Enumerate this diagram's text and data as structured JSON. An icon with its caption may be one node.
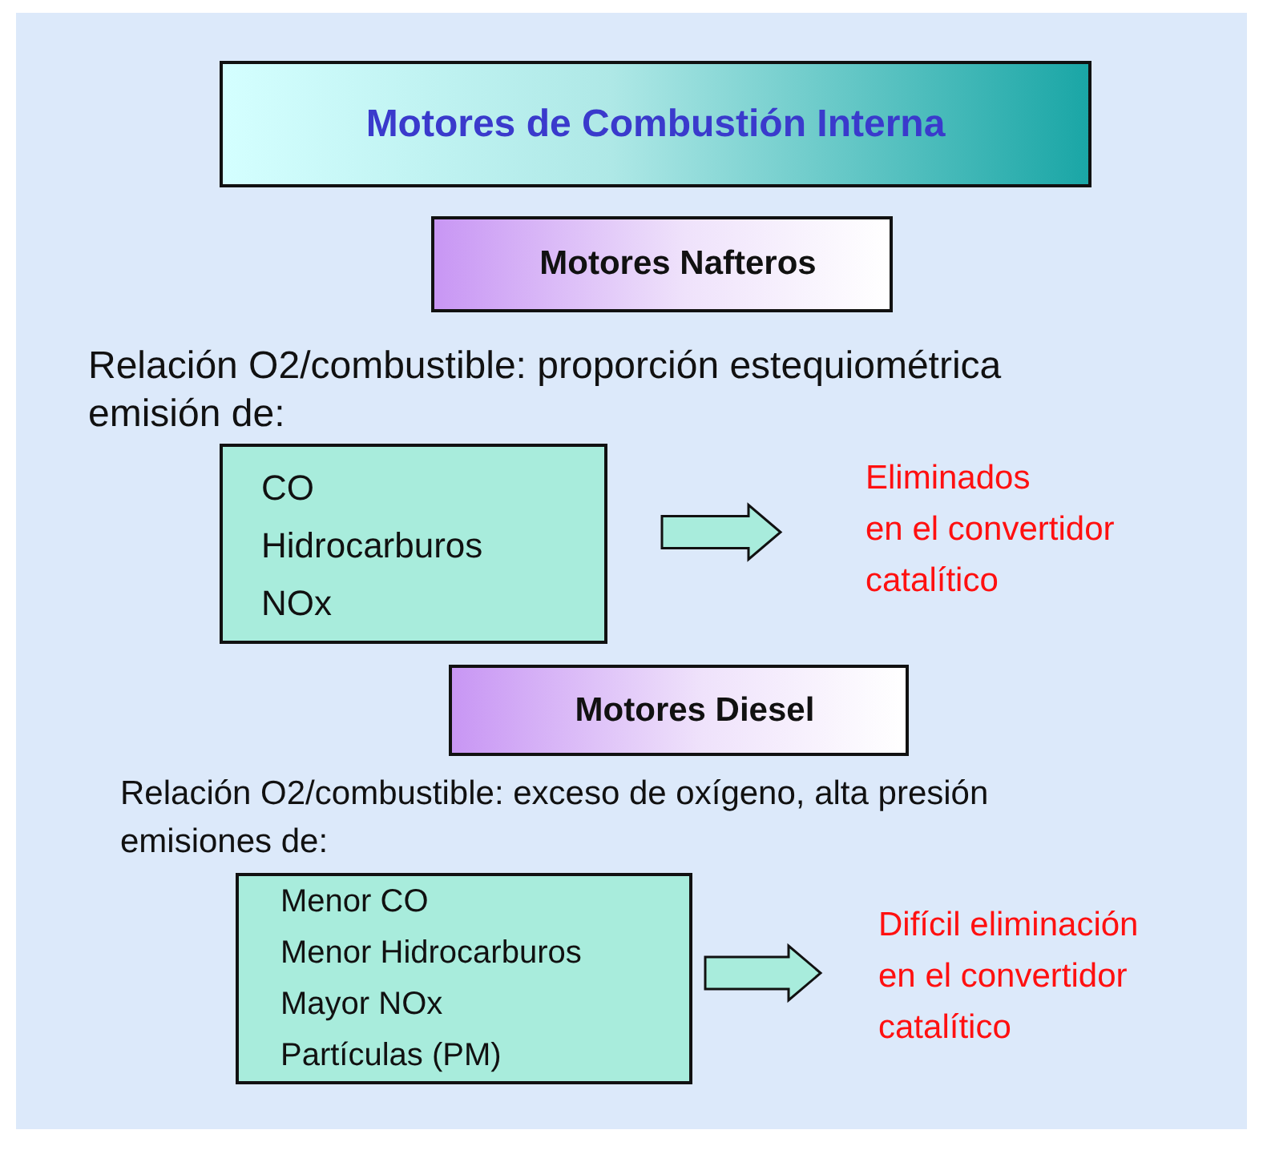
{
  "diagram": {
    "nodes": [
      {
        "text": [
          "Motores de Combustión Interna"
        ]
      },
      {
        "text": [
          "Motores Nafteros"
        ]
      },
      {
        "text": [
          "CO",
          "Hidrocarburos",
          "NOx"
        ]
      },
      {
        "text": [
          "Eliminados",
          "en el convertidor catalítico"
        ]
      },
      {
        "text": [
          "Motores Diesel"
        ]
      },
      {
        "text": [
          "Menor CO",
          "Menor Hidrocarburos",
          "Mayor NOx",
          "Partículas (PM)"
        ]
      },
      {
        "text": [
          "Difícil eliminación",
          "en el convertidor catalítico"
        ]
      }
    ],
    "edges": [
      {
        "from": 2,
        "to": 3,
        "arrow": "to"
      },
      {
        "from": 5,
        "to": 6,
        "arrow": "to"
      }
    ],
    "labels": [
      "Relación O2/combustible: proporción estequiométrica emisión de:",
      "Relación O2/combustible: exceso de oxígeno, alta presión emisiones de:"
    ]
  }
}
